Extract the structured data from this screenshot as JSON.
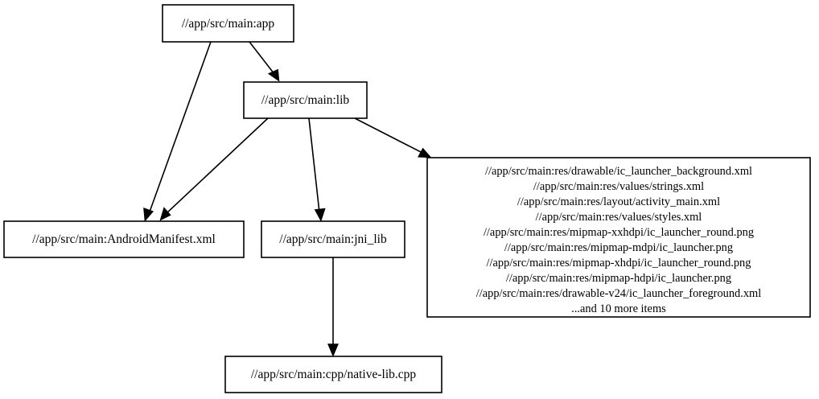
{
  "graph": {
    "kind": "dependency-graph",
    "direction": "top-down",
    "background_color": "#ffffff",
    "line_color": "#000000",
    "node_fill": "#ffffff",
    "nodes": [
      {
        "id": "app",
        "label": "//app/src/main:app"
      },
      {
        "id": "lib",
        "label": "//app/src/main:lib"
      },
      {
        "id": "manifest",
        "label": "//app/src/main:AndroidManifest.xml"
      },
      {
        "id": "jni_lib",
        "label": "//app/src/main:jni_lib"
      },
      {
        "id": "native_lib",
        "label": "//app/src/main:cpp/native-lib.cpp"
      },
      {
        "id": "resources",
        "lines": [
          "//app/src/main:res/drawable/ic_launcher_background.xml",
          "//app/src/main:res/values/strings.xml",
          "//app/src/main:res/layout/activity_main.xml",
          "//app/src/main:res/values/styles.xml",
          "//app/src/main:res/mipmap-xxhdpi/ic_launcher_round.png",
          "//app/src/main:res/mipmap-mdpi/ic_launcher.png",
          "//app/src/main:res/mipmap-xhdpi/ic_launcher_round.png",
          "//app/src/main:res/mipmap-hdpi/ic_launcher.png",
          "//app/src/main:res/drawable-v24/ic_launcher_foreground.xml",
          "...and 10 more items"
        ]
      }
    ],
    "edges": [
      {
        "from": "app",
        "to": "manifest"
      },
      {
        "from": "app",
        "to": "lib"
      },
      {
        "from": "lib",
        "to": "manifest"
      },
      {
        "from": "lib",
        "to": "jni_lib"
      },
      {
        "from": "lib",
        "to": "resources"
      },
      {
        "from": "jni_lib",
        "to": "native_lib"
      }
    ]
  }
}
